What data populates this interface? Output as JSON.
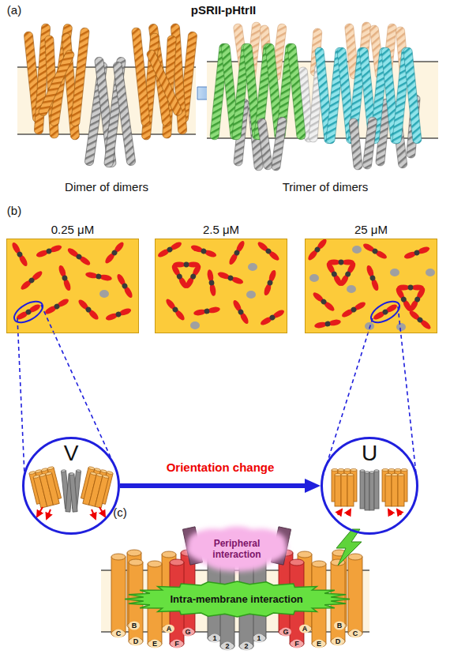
{
  "diagram": {
    "nodes": [
      {
        "text": [
          "0.25 μM"
        ]
      },
      {
        "text": [
          "2.5 μM"
        ]
      },
      {
        "text": [
          "25 μM"
        ]
      },
      {
        "text": [
          "V"
        ]
      },
      {
        "text": [
          "U"
        ]
      },
      {
        "text": [
          "Peripheral interaction"
        ]
      },
      {
        "text": [
          "Intra-membrane interaction"
        ]
      }
    ],
    "edges": [
      {
        "from": 3,
        "to": 4,
        "arrow": "to",
        "label": "Orientation change"
      }
    ],
    "labels": [
      "(a)",
      "pSRII-pHtrII",
      "Dimer of dimers",
      "Trimer of dimers",
      "(b)",
      "(c)",
      "C",
      "B",
      "D",
      "E",
      "A",
      "F",
      "G",
      "1",
      "2",
      "2",
      "1",
      "G",
      "F",
      "A",
      "E",
      "D",
      "B",
      "C"
    ]
  }
}
